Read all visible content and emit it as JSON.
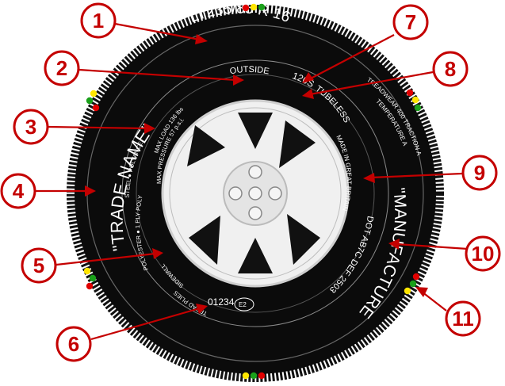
{
  "sidewall": {
    "size": "LT235/85 R 16",
    "outside": "OUTSIDE",
    "load_speed": "120S",
    "tubeless": "TUBELESS",
    "treadwear": "TREADWEAR 400 TRACTION A",
    "temperature": "TEMPERATURE A",
    "made_in": "MADE IN GREAT BRITAIN",
    "manufacturer": "\"MANUFACTURER\"",
    "dot": "DOT AB7C DEF 2503",
    "trade_name": "\"TRADE NAME\"",
    "max_load": "MAX LOAD 136 lbs",
    "max_pressure": "MAX PRESSURE 57 p.s.i.",
    "plies_sidewall": "STEEL ● POLYANCE",
    "plies_polyester": "POLYESTER ● 1 PLY POLYESTER",
    "sidewall": "SIDEWALL",
    "tread_plies": "TREAD PLIES",
    "e_mark": "E2",
    "approval": "01234"
  },
  "callouts": [
    {
      "number": "1"
    },
    {
      "number": "2"
    },
    {
      "number": "3"
    },
    {
      "number": "4"
    },
    {
      "number": "5"
    },
    {
      "number": "6"
    },
    {
      "number": "7"
    },
    {
      "number": "8"
    },
    {
      "number": "9"
    },
    {
      "number": "10"
    },
    {
      "number": "11"
    }
  ],
  "colors": {
    "callout_red": "#c40000",
    "tyre_black": "#0b0b0b",
    "rim_silver": "#e8e8e8",
    "indicator_red": "#e00000",
    "indicator_yellow": "#ffe600",
    "indicator_green": "#1aa01a"
  }
}
